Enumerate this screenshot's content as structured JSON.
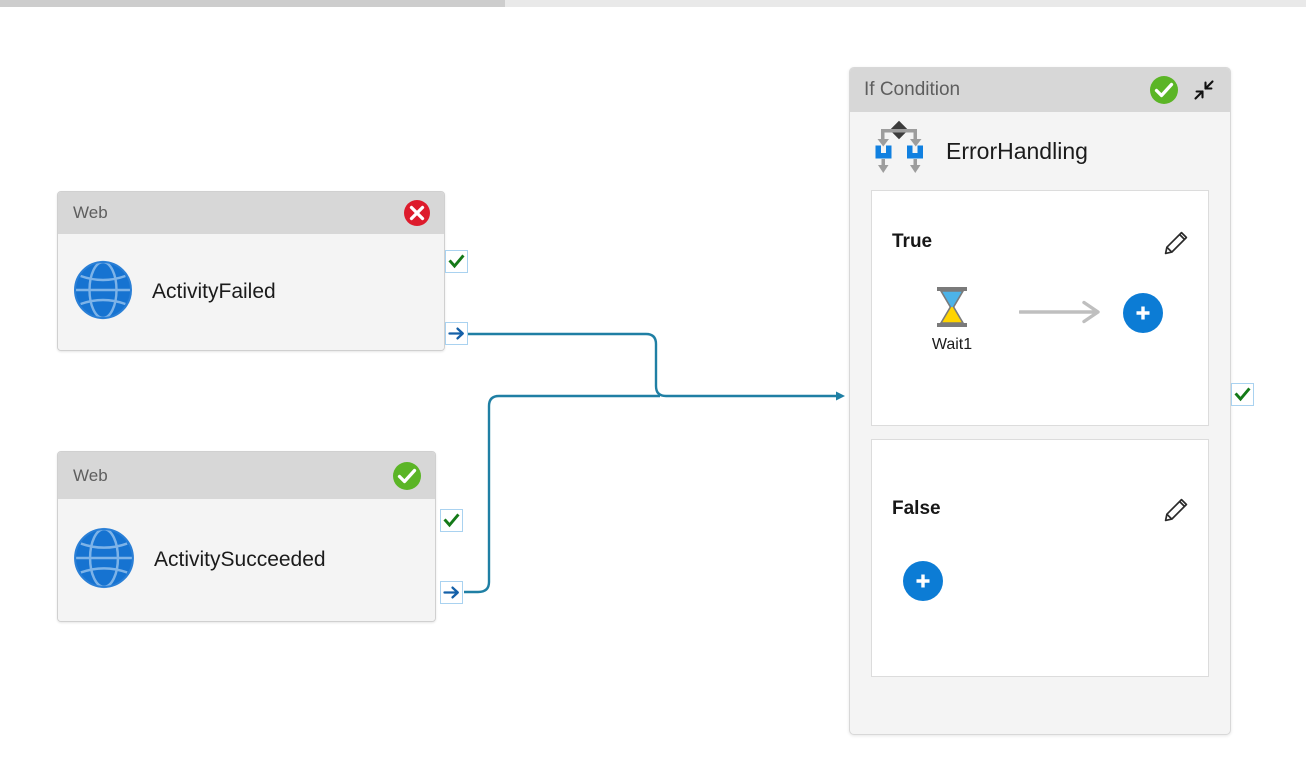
{
  "canvas": {
    "background": "#ffffff",
    "scrollbar": {
      "name": "horizontal-scrollbar"
    }
  },
  "colors": {
    "connector": "#1f7fa4",
    "success": "#5bb526",
    "failure": "#dd1b2c",
    "accent_blue": "#0c7cd5",
    "header_gray": "#d7d7d7",
    "body_gray": "#f4f4f4",
    "gray_arrow": "#bfbfbf"
  },
  "activities": [
    {
      "id": "activity-failed",
      "type_label": "Web",
      "name": "ActivityFailed",
      "status": "failed",
      "status_icon": "error-circle-icon",
      "type_icon": "web-globe-icon",
      "handles": [
        {
          "name": "success-output-handle",
          "icon": "checkmark-icon"
        },
        {
          "name": "failure-output-handle",
          "icon": "arrow-right-icon"
        }
      ]
    },
    {
      "id": "activity-succeeded",
      "type_label": "Web",
      "name": "ActivitySucceeded",
      "status": "succeeded",
      "status_icon": "success-circle-icon",
      "type_icon": "web-globe-icon",
      "handles": [
        {
          "name": "success-output-handle",
          "icon": "checkmark-icon"
        },
        {
          "name": "failure-output-handle",
          "icon": "arrow-right-icon"
        }
      ]
    }
  ],
  "if_condition": {
    "type_label": "If Condition",
    "name": "ErrorHandling",
    "status": "succeeded",
    "status_icon": "success-circle-icon",
    "collapse_icon": "collapse-arrows-icon",
    "type_icon": "if-condition-branch-icon",
    "output_handle": {
      "name": "success-output-handle",
      "icon": "checkmark-icon"
    },
    "branches": [
      {
        "label": "True",
        "edit_icon": "pencil-edit-icon",
        "add_icon": "plus-icon",
        "activities": [
          {
            "name": "Wait1",
            "icon": "hourglass-icon"
          }
        ],
        "connector_icon": "gray-arrow-right-icon"
      },
      {
        "label": "False",
        "edit_icon": "pencil-edit-icon",
        "add_icon": "plus-icon",
        "activities": [],
        "connector_icon": null
      }
    ]
  }
}
